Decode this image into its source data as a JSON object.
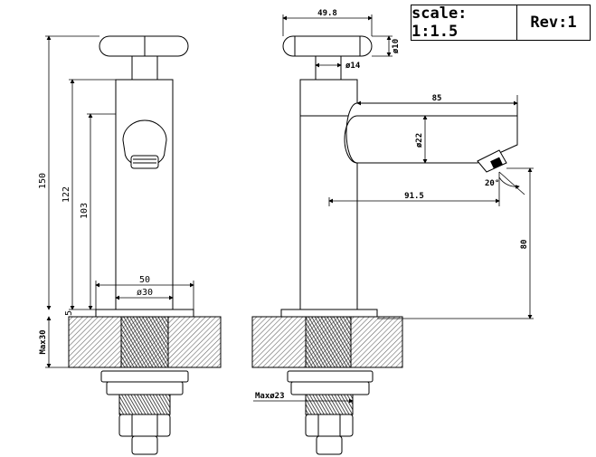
{
  "title_block": {
    "scale_label": "scale: 1:1.5",
    "rev_label": "Rev:1"
  },
  "front_view": {
    "dims": {
      "overall_height": "150",
      "body_height": "122",
      "spout_height": "103",
      "base_width": "50",
      "base_diameter": "ø30",
      "base_thickness": "5",
      "max_mounting": "Max30"
    }
  },
  "side_view": {
    "dims": {
      "handle_width": "49.8",
      "handle_diameter": "ø10",
      "stem_diameter": "ø14",
      "spout_reach": "85",
      "spout_diameter": "ø22",
      "spout_angle": "20°",
      "outlet_reach": "91.5",
      "outlet_height": "80",
      "thread_max": "Maxø23"
    }
  },
  "colors": {
    "line": "#000000",
    "hatch": "#555555",
    "background": "#ffffff"
  }
}
